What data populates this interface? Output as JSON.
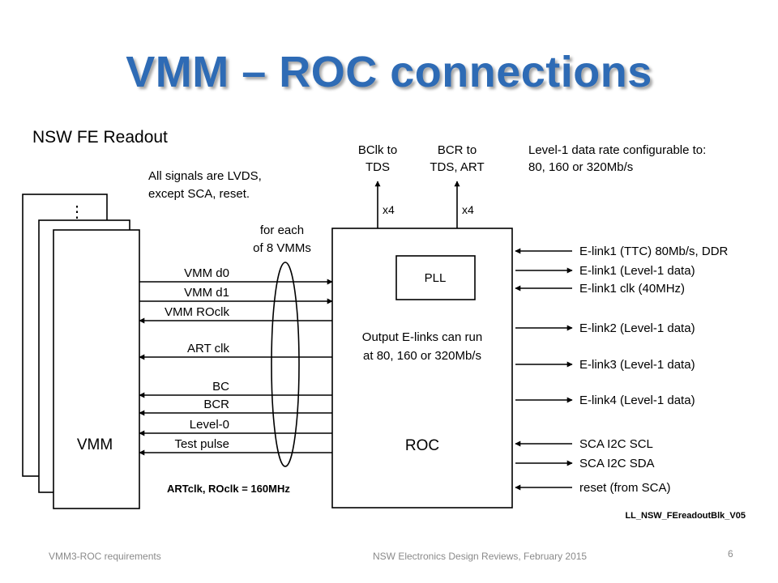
{
  "slide": {
    "title": "VMM – ROC connections",
    "footer_left": "VMM3-ROC requirements",
    "footer_center": "NSW Electronics Design Reviews, February 2015",
    "page_number": "6"
  },
  "diagram": {
    "heading": "NSW FE Readout",
    "note_line1": "All signals are LVDS,",
    "note_line2": "except SCA, reset.",
    "vmm_label": "VMM",
    "vmm_ellipsis": "⋮",
    "roc_label": "ROC",
    "pll_label": "PLL",
    "for_each_line1": "for each",
    "for_each_line2": "of 8 VMMs",
    "roc_text_line1": "Output E-links can run",
    "roc_text_line2": "at 80, 160 or 320Mb/s",
    "bclk_line1": "BClk to",
    "bclk_line2": "TDS",
    "bcr_line1": "BCR to",
    "bcr_line2": "TDS, ART",
    "x4_label": "x4",
    "level1_line1": "Level-1 data rate configurable to:",
    "level1_line2": "80, 160 or 320Mb/s",
    "clock_note": "ARTclk, ROclk = 160MHz",
    "figure_id": "LL_NSW_FEreadoutBlk_V05",
    "left_signals": [
      "VMM d0",
      "VMM d1",
      "VMM ROclk",
      "ART clk",
      "BC",
      "BCR",
      "Level-0",
      "Test pulse"
    ],
    "right_signals": [
      "E-link1 (TTC) 80Mb/s, DDR",
      "E-link1 (Level-1 data)",
      "E-link1 clk (40MHz)",
      "E-link2 (Level-1 data)",
      "E-link3 (Level-1 data)",
      "E-link4 (Level-1 data)",
      "SCA I2C SCL",
      "SCA I2C SDA",
      "reset (from SCA)"
    ]
  }
}
